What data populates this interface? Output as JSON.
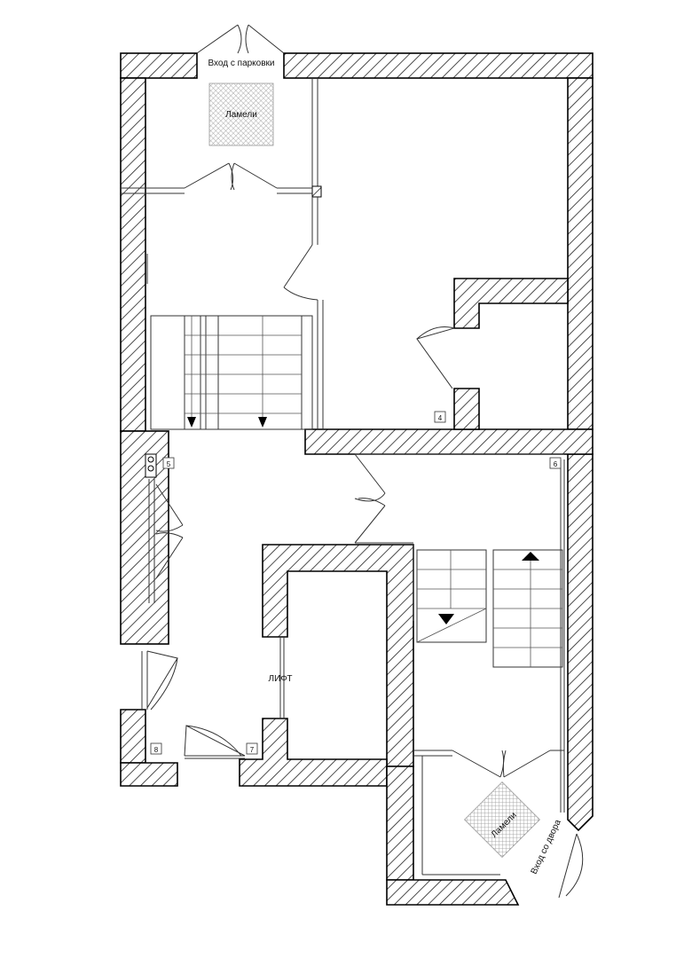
{
  "labels": {
    "entrance_parking": "Вход с парковки",
    "lamels_top": "Ламели",
    "lift": "ЛИФТ",
    "lamels_bottom": "Ламели",
    "entrance_yard": "Вход со двора"
  },
  "room_tags": {
    "r4": "4",
    "r5": "5",
    "r6": "6",
    "r7": "7",
    "r8": "8"
  },
  "colors": {
    "wall_stroke": "#000000",
    "hatch": "#222222",
    "mat": "#999999"
  }
}
